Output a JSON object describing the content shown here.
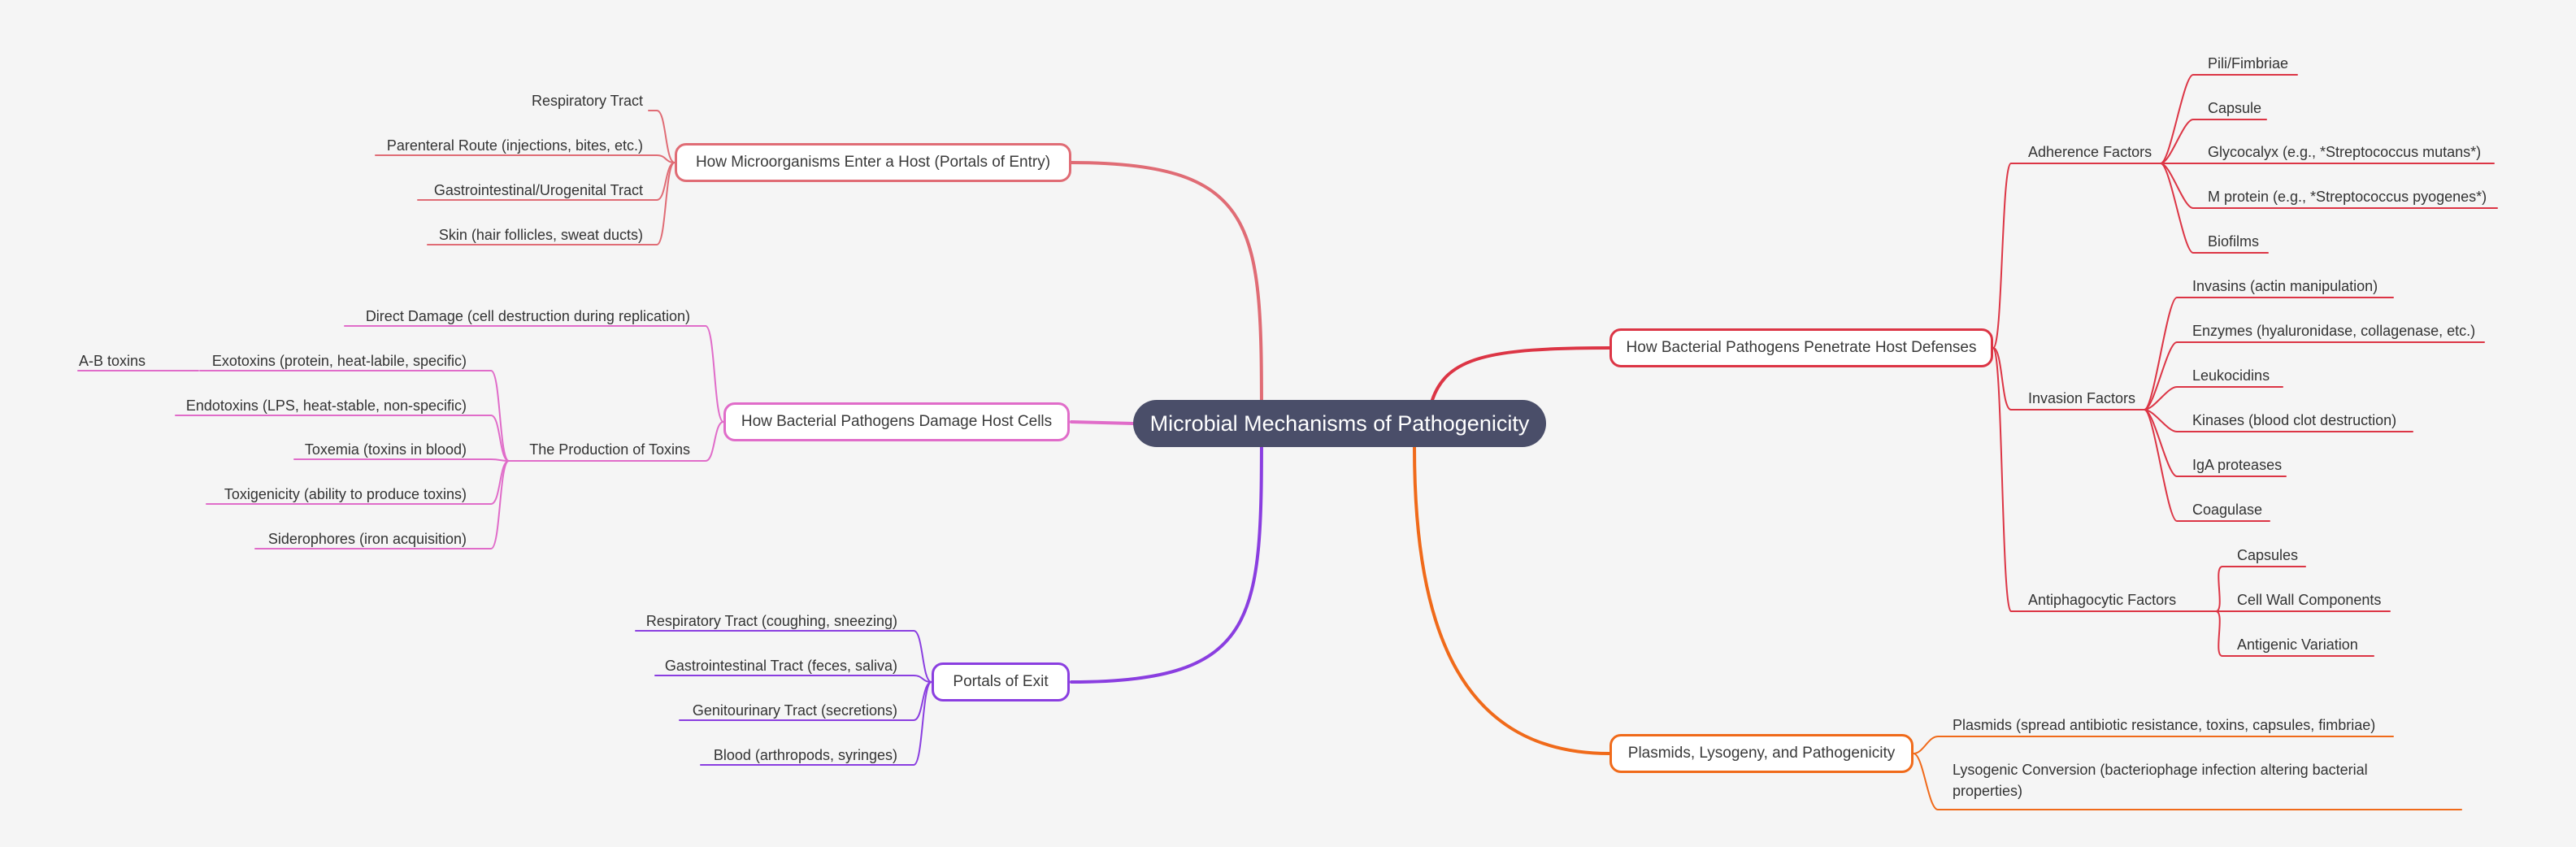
{
  "title": "Microbial Mechanisms of Pathogenicity",
  "colors": {
    "entry": "#e06c75",
    "damage": "#e06cc9",
    "exit": "#8a3ee0",
    "penetrate": "#dc3545",
    "plasmids": "#f06a1a",
    "center": "#4a4e69"
  },
  "branches": {
    "entry": {
      "label": "How Microorganisms Enter a Host (Portals of Entry)",
      "children": [
        "Respiratory Tract",
        "Parenteral Route (injections, bites, etc.)",
        "Gastrointestinal/Urogenital Tract",
        "Skin (hair follicles, sweat ducts)"
      ]
    },
    "damage": {
      "label": "How Bacterial Pathogens Damage Host Cells",
      "direct": "Direct Damage (cell destruction during replication)",
      "toxins": {
        "label": "The Production of Toxins",
        "children": [
          "Exotoxins (protein, heat-labile, specific)",
          "Endotoxins (LPS, heat-stable, non-specific)",
          "Toxemia (toxins in blood)",
          "Toxigenicity (ability to produce toxins)",
          "Siderophores (iron acquisition)"
        ],
        "exotoxin_child": "A-B toxins"
      }
    },
    "exit": {
      "label": "Portals of Exit",
      "children": [
        "Respiratory Tract (coughing, sneezing)",
        "Gastrointestinal Tract (feces, saliva)",
        "Genitourinary Tract (secretions)",
        "Blood (arthropods, syringes)"
      ]
    },
    "penetrate": {
      "label": "How Bacterial Pathogens Penetrate Host Defenses",
      "adherence": {
        "label": "Adherence Factors",
        "children": [
          "Pili/Fimbriae",
          "Capsule",
          "Glycocalyx (e.g., *Streptococcus mutans*)",
          "M protein (e.g., *Streptococcus pyogenes*)",
          "Biofilms"
        ]
      },
      "invasion": {
        "label": "Invasion Factors",
        "children": [
          "Invasins (actin manipulation)",
          "Enzymes (hyaluronidase, collagenase, etc.)",
          "Leukocidins",
          "Kinases (blood clot destruction)",
          "IgA proteases",
          "Coagulase"
        ]
      },
      "antiphagocytic": {
        "label": "Antiphagocytic Factors",
        "children": [
          "Capsules",
          "Cell Wall Components",
          "Antigenic Variation"
        ]
      }
    },
    "plasmids": {
      "label": "Plasmids, Lysogeny, and Pathogenicity",
      "children": [
        "Plasmids (spread antibiotic resistance, toxins, capsules, fimbriae)",
        "Lysogenic Conversion (bacteriophage infection altering bacterial properties)"
      ]
    }
  }
}
